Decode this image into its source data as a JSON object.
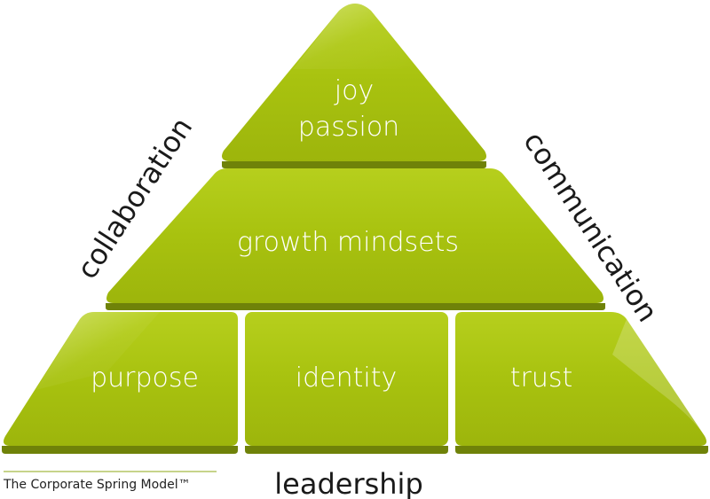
{
  "colors": {
    "block_fill": "#a9c40f",
    "block_shadow": "#6f8209",
    "text_on_block": "#ffffff",
    "side_text": "#1a1a1a",
    "caption_rule": "#c6d48a"
  },
  "pyramid": {
    "top": {
      "line1": "joy",
      "line2": "passion"
    },
    "middle": {
      "label": "growth mindsets"
    },
    "bottom": [
      {
        "label": "purpose"
      },
      {
        "label": "identity"
      },
      {
        "label": "trust"
      }
    ]
  },
  "sides": {
    "left": "collaboration",
    "right": "communication",
    "bottom": "leadership"
  },
  "caption": "The Corporate Spring Model™"
}
